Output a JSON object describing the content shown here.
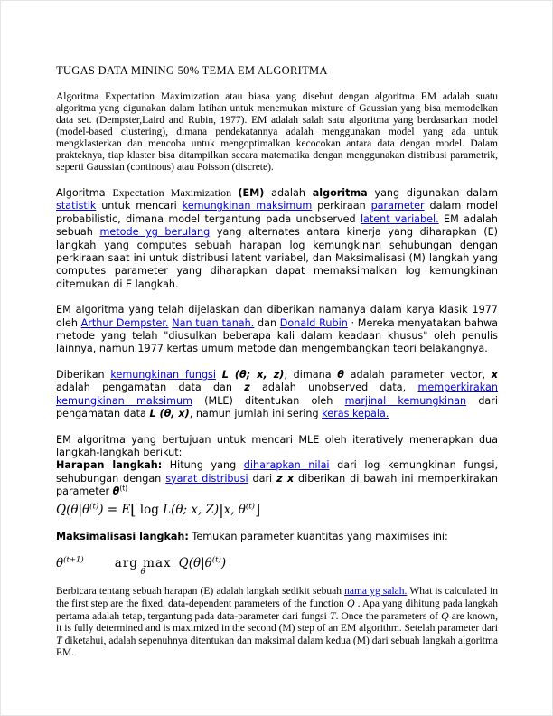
{
  "title": "TUGAS DATA MINING 50% TEMA EM ALGORITMA",
  "paragraphs": {
    "p1": {
      "runs": [
        {
          "text": "Algoritma Expectation Maximization atau biasa yang disebut dengan algoritma EM adalah suatu algoritma yang digunakan dalam latihan untuk menemukan mixture of Gaussian yang bisa memodelkan data set. (Dempster,Laird and Rubin, 1977). EM adalah salah satu algoritma yang berdasarkan model (model-based clustering), dimana pendekatannya adalah menggunakan model yang ada untuk mengklasterkan dan mencoba untuk mengoptimalkan kecocokan antara data dengan model. Dalam prakteknya, tiap klaster bisa ditampilkan secara matematika dengan menggunakan distribusi parametrik, seperti Gaussian (continous) atau Poisson (discrete).",
          "style": "plain"
        }
      ]
    },
    "p2": {
      "runs": [
        {
          "text": "Algoritma ",
          "style": "plain"
        },
        {
          "text": "Expectation Maximization ",
          "style": "serif"
        },
        {
          "text": "(EM)",
          "style": "bold"
        },
        {
          "text": " adalah ",
          "style": "plain"
        },
        {
          "text": "algoritma",
          "style": "bold"
        },
        {
          "text": " yang digunakan dalam ",
          "style": "plain"
        },
        {
          "text": "statistik",
          "style": "link"
        },
        {
          "text": " untuk mencari ",
          "style": "plain"
        },
        {
          "text": "kemungkinan maksimum",
          "style": "link"
        },
        {
          "text": " perkiraan ",
          "style": "plain"
        },
        {
          "text": "parameter",
          "style": "link"
        },
        {
          "text": " dalam model probabilistic, dimana model tergantung pada unobserved ",
          "style": "plain"
        },
        {
          "text": "latent variabel.",
          "style": "link"
        },
        {
          "text": " EM adalah sebuah ",
          "style": "plain"
        },
        {
          "text": "metode yg berulang",
          "style": "link"
        },
        {
          "text": " yang alternates antara kinerja yang diharapkan (E) langkah yang computes sebuah harapan log kemungkinan sehubungan dengan perkiraan saat ini untuk distribusi latent variabel, dan Maksimalisasi (M) langkah yang computes parameter yang diharapkan dapat memaksimalkan log kemungkinan ditemukan di E langkah.",
          "style": "plain"
        }
      ]
    },
    "p3": {
      "runs": [
        {
          "text": "EM algoritma yang telah dijelaskan dan diberikan namanya dalam karya klasik 1977 oleh ",
          "style": "plain"
        },
        {
          "text": "Arthur Dempster.",
          "style": "link"
        },
        {
          "text": " ",
          "style": "plain"
        },
        {
          "text": "Nan tuan tanah.",
          "style": "link"
        },
        {
          "text": " dan ",
          "style": "plain"
        },
        {
          "text": "Donald Rubin",
          "style": "link"
        },
        {
          "text": " · Mereka menyatakan bahwa metode yang telah \"diusulkan beberapa kali dalam keadaan khusus\" oleh penulis lainnya, namun 1977 kertas umum metode dan mengembangkan teori belakangnya.",
          "style": "plain"
        }
      ]
    },
    "p4": {
      "runs": [
        {
          "text": "Diberikan ",
          "style": "plain"
        },
        {
          "text": "kemungkinan fungsi",
          "style": "link"
        },
        {
          "text": " ",
          "style": "plain"
        },
        {
          "text": "L (θ; x, z)",
          "style": "bolditalic"
        },
        {
          "text": ", dimana ",
          "style": "plain"
        },
        {
          "text": "θ",
          "style": "bolditalic"
        },
        {
          "text": " adalah parameter vector, ",
          "style": "plain"
        },
        {
          "text": "x",
          "style": "bolditalic"
        },
        {
          "text": " adalah pengamatan data dan ",
          "style": "plain"
        },
        {
          "text": "z",
          "style": "bolditalic"
        },
        {
          "text": " adalah unobserved data, ",
          "style": "plain"
        },
        {
          "text": "memperkirakan kemungkinan maksimum",
          "style": "link"
        },
        {
          "text": " (MLE) ditentukan oleh ",
          "style": "plain"
        },
        {
          "text": "marjinal kemungkinan",
          "style": "link"
        },
        {
          "text": " dari pengamatan data ",
          "style": "plain"
        },
        {
          "text": "L (θ, x)",
          "style": "bolditalic"
        },
        {
          "text": ", namun jumlah ini sering ",
          "style": "plain"
        },
        {
          "text": "keras kepala.",
          "style": "link"
        }
      ]
    },
    "p5": {
      "runs": [
        {
          "text": "EM algoritma yang bertujuan untuk mencari MLE oleh iteratively menerapkan dua langkah-langkah berikut:",
          "style": "plain"
        },
        {
          "style": "break"
        },
        {
          "text": "Harapan langkah:",
          "style": "bold"
        },
        {
          "text": " Hitung yang ",
          "style": "plain"
        },
        {
          "text": "diharapkan nilai",
          "style": "link"
        },
        {
          "text": " dari log kemungkinan fungsi, sehubungan dengan ",
          "style": "plain"
        },
        {
          "text": "syarat distribusi",
          "style": "link"
        },
        {
          "text": " dari ",
          "style": "plain"
        },
        {
          "text": "z x",
          "style": "bolditalic"
        },
        {
          "text": " diberikan di bawah ini memperkirakan parameter ",
          "style": "plain"
        },
        {
          "text": "θ",
          "style": "bolditalic"
        },
        {
          "text": "(t)",
          "style": "sup"
        }
      ]
    },
    "heading_m": {
      "runs": [
        {
          "text": "Maksimalisasi langkah:",
          "style": "bold"
        },
        {
          "text": " Temukan parameter kuantitas yang maximises ini:",
          "style": "plain"
        }
      ]
    },
    "p6": {
      "runs": [
        {
          "text": "Berbicara tentang sebuah harapan (E) adalah langkah sedikit sebuah ",
          "style": "plain"
        },
        {
          "text": "nama yg salah.",
          "style": "link"
        },
        {
          "text": " What is calculated in the first step are the fixed, data-dependent parameters of the function ",
          "style": "plain"
        },
        {
          "text": "Q",
          "style": "italic"
        },
        {
          "text": " . Apa yang dihitung pada langkah pertama adalah tetap, tergantung pada data-parameter dari fungsi ",
          "style": "plain"
        },
        {
          "text": "T",
          "style": "italic"
        },
        {
          "text": ". Once the parameters of ",
          "style": "plain"
        },
        {
          "text": "Q",
          "style": "italic"
        },
        {
          "text": " are known, it is fully determined and is maximized in the second (M) step of an EM algorithm. Setelah parameter dari ",
          "style": "plain"
        },
        {
          "text": "T",
          "style": "italic"
        },
        {
          "text": " diketahui, adalah sepenuhnya ditentukan dan maksimal dalam kedua (M) dari sebuah langkah algoritma EM.",
          "style": "plain"
        }
      ]
    }
  },
  "formulas": {
    "q_function": {
      "runs": [
        {
          "text": "Q(θ|θ",
          "style": "mathit"
        },
        {
          "text": "(t)",
          "style": "mathsup"
        },
        {
          "text": ") = E",
          "style": "mathit"
        },
        {
          "text": "[",
          "style": "mathbig"
        },
        {
          "text": " log ",
          "style": "mathrm"
        },
        {
          "text": "L(θ; x, Z)",
          "style": "mathit"
        },
        {
          "text": "|",
          "style": "mathbig"
        },
        {
          "text": "x, θ",
          "style": "mathit"
        },
        {
          "text": "(t)",
          "style": "mathsup"
        },
        {
          "text": "]",
          "style": "mathbig"
        }
      ]
    },
    "argmax": {
      "left_runs": [
        {
          "text": "θ",
          "style": "mathit"
        },
        {
          "text": "(t+1)",
          "style": "mathsup"
        }
      ],
      "operator": "arg max",
      "operator_sub": "θ",
      "right_runs": [
        {
          "text": "Q(θ|θ",
          "style": "mathit"
        },
        {
          "text": "(t)",
          "style": "mathsup"
        },
        {
          "text": ")",
          "style": "mathit"
        }
      ]
    }
  }
}
